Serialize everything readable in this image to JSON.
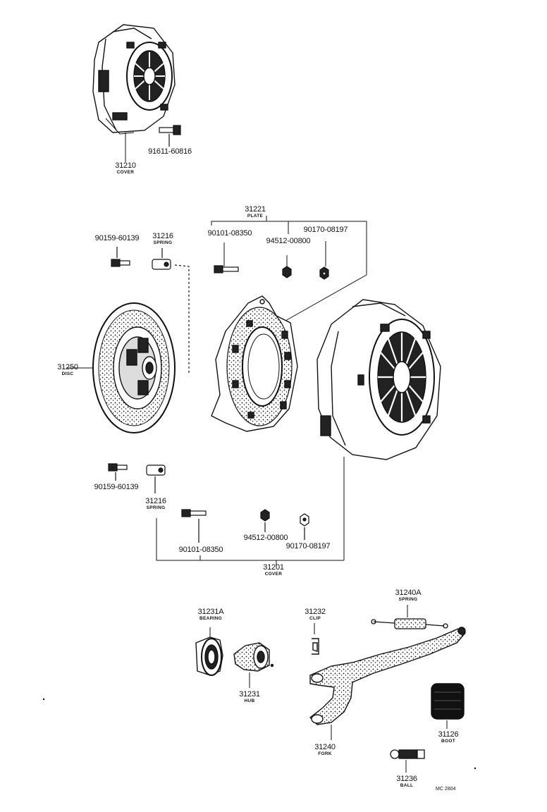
{
  "parts": {
    "cover_top": {
      "number": "31210",
      "name": "COVER"
    },
    "bolt_top": {
      "number": "91611-60816"
    },
    "plate": {
      "number": "31221",
      "name": "PLATE"
    },
    "screw_upper": {
      "number": "90159-60139"
    },
    "spring_upper": {
      "number": "31216",
      "name": "SPRING"
    },
    "bolt_upper": {
      "number": "90101-08350"
    },
    "washer_upper": {
      "number": "94512-00800"
    },
    "nut_upper": {
      "number": "90170-08197"
    },
    "disc": {
      "number": "31250",
      "name": "DISC"
    },
    "screw_lower": {
      "number": "90159-60139"
    },
    "spring_lower": {
      "number": "31216",
      "name": "SPRING"
    },
    "bolt_lower": {
      "number": "90101-08350"
    },
    "washer_lower": {
      "number": "94512-00800"
    },
    "nut_lower": {
      "number": "90170-08197"
    },
    "cover_mid": {
      "number": "31201",
      "name": "COVER"
    },
    "bearing": {
      "number": "31231A",
      "name": "BEARING"
    },
    "hub": {
      "number": "31231",
      "name": "HUB"
    },
    "clip": {
      "number": "31232",
      "name": "CLIP"
    },
    "spring_fork": {
      "number": "31240A",
      "name": "SPRING"
    },
    "fork": {
      "number": "31240",
      "name": "FORK"
    },
    "boot": {
      "number": "31126",
      "name": "BOOT"
    },
    "ball": {
      "number": "31236",
      "name": "BALL"
    }
  },
  "diagram_code": "MC 2804"
}
